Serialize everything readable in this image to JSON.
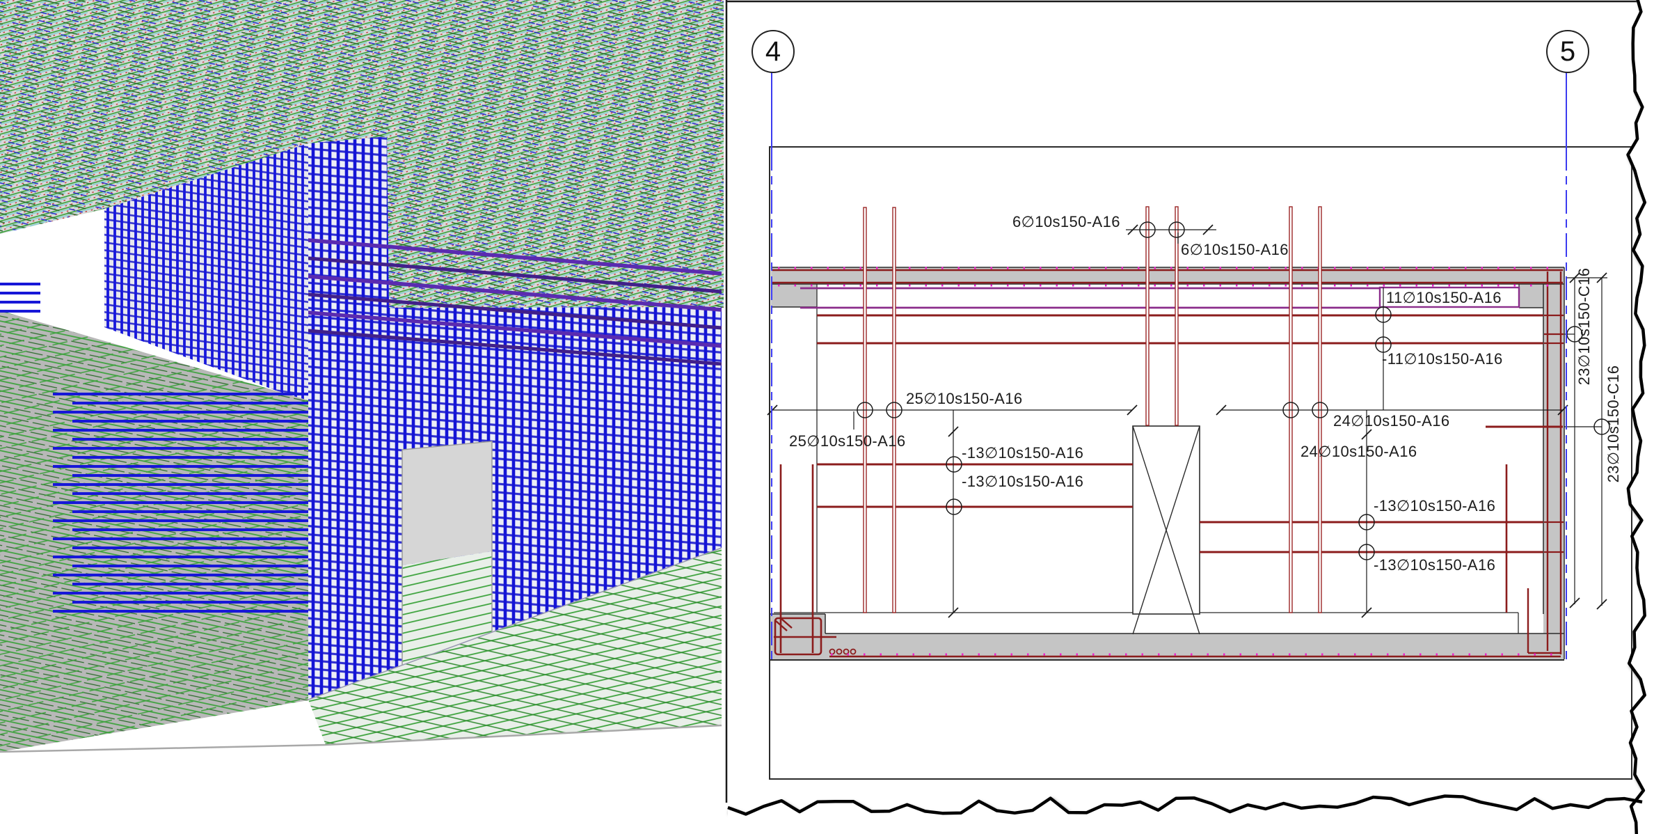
{
  "grids": [
    {
      "label": "4"
    },
    {
      "label": "5"
    }
  ],
  "annotations": [
    {
      "id": "top-dowels-left",
      "text": "6∅10s150-A16"
    },
    {
      "id": "top-dowels-right",
      "text": "6∅10s150-A16"
    },
    {
      "id": "wall-top-bars-boxed",
      "text": "11∅10s150-A16"
    },
    {
      "id": "wall-top-bars",
      "text": "-11∅10s150-A16"
    },
    {
      "id": "left-span-bars-top",
      "text": "25∅10s150-A16"
    },
    {
      "id": "left-span-bars",
      "text": "25∅10s150-A16"
    },
    {
      "id": "left-mid-bars-1",
      "text": "-13∅10s150-A16"
    },
    {
      "id": "left-mid-bars-2",
      "text": "-13∅10s150-A16"
    },
    {
      "id": "right-span-bars-top",
      "text": "24∅10s150-A16"
    },
    {
      "id": "right-span-bars",
      "text": "24∅10s150-A16"
    },
    {
      "id": "right-mid-bars-1",
      "text": "-13∅10s150-A16"
    },
    {
      "id": "right-mid-bars-2",
      "text": "-13∅10s150-A16"
    },
    {
      "id": "wall-vertical-bars-1",
      "text": "23∅10s150-C16"
    },
    {
      "id": "wall-vertical-bars-2",
      "text": "23∅10s150-C16"
    }
  ],
  "colors": {
    "rebar_red": "#8b1c1c",
    "rebar_blue": "#1717d8",
    "rebar_purple": "#8b2d8b",
    "purple_diag": "#5a2bb0",
    "rebar_green": "#3aa23a",
    "grid_blue": "#3a3af0",
    "concrete_gray": "#c5c5c5",
    "magenta_ticks": "#ee22cc"
  }
}
